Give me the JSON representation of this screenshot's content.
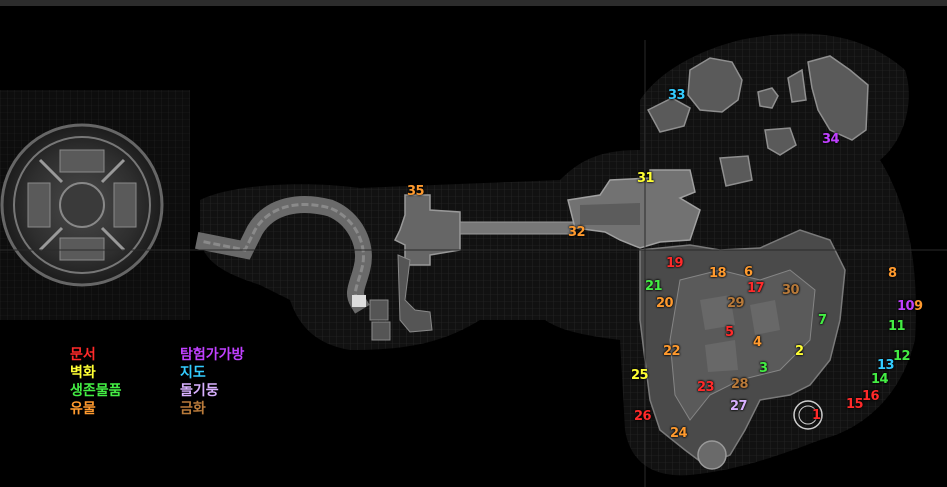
{
  "legend": {
    "col1": [
      {
        "label": "문서",
        "color": "#ff2a2a"
      },
      {
        "label": "벽화",
        "color": "#ffff33"
      },
      {
        "label": "생존물품",
        "color": "#44ee44"
      },
      {
        "label": "유물",
        "color": "#ff9a2e"
      }
    ],
    "col2": [
      {
        "label": "탐험가가방",
        "color": "#c040ff"
      },
      {
        "label": "지도",
        "color": "#33ccff"
      },
      {
        "label": "돌기둥",
        "color": "#d8b0ff"
      },
      {
        "label": "금화",
        "color": "#b87a3a"
      }
    ]
  },
  "markers": [
    {
      "label": "1",
      "category": "문서"
    },
    {
      "label": "2",
      "category": "벽화"
    },
    {
      "label": "3",
      "category": "생존물품"
    },
    {
      "label": "4",
      "category": "유물"
    },
    {
      "label": "5",
      "category": "문서"
    },
    {
      "label": "6",
      "category": "유물"
    },
    {
      "label": "7",
      "category": "생존물품"
    },
    {
      "label": "8",
      "category": "유물"
    },
    {
      "label": "9",
      "category": "유물"
    },
    {
      "label": "10",
      "category": "탐험가가방"
    },
    {
      "label": "11",
      "category": "생존물품"
    },
    {
      "label": "12",
      "category": "생존물품"
    },
    {
      "label": "13",
      "category": "지도"
    },
    {
      "label": "14",
      "category": "생존물품"
    },
    {
      "label": "15",
      "category": "문서"
    },
    {
      "label": "16",
      "category": "문서"
    },
    {
      "label": "17",
      "category": "문서"
    },
    {
      "label": "18",
      "category": "유물"
    },
    {
      "label": "19",
      "category": "문서"
    },
    {
      "label": "20",
      "category": "유물"
    },
    {
      "label": "21",
      "category": "생존물품"
    },
    {
      "label": "22",
      "category": "유물"
    },
    {
      "label": "23",
      "category": "문서"
    },
    {
      "label": "24",
      "category": "유물"
    },
    {
      "label": "25",
      "category": "벽화"
    },
    {
      "label": "26",
      "category": "문서"
    },
    {
      "label": "27",
      "category": "돌기둥"
    },
    {
      "label": "28",
      "category": "금화"
    },
    {
      "label": "29",
      "category": "금화"
    },
    {
      "label": "30",
      "category": "금화"
    },
    {
      "label": "31",
      "category": "벽화"
    },
    {
      "label": "32",
      "category": "유물"
    },
    {
      "label": "33",
      "category": "지도"
    },
    {
      "label": "34",
      "category": "탐험가가방"
    },
    {
      "label": "35",
      "category": "유물"
    }
  ]
}
